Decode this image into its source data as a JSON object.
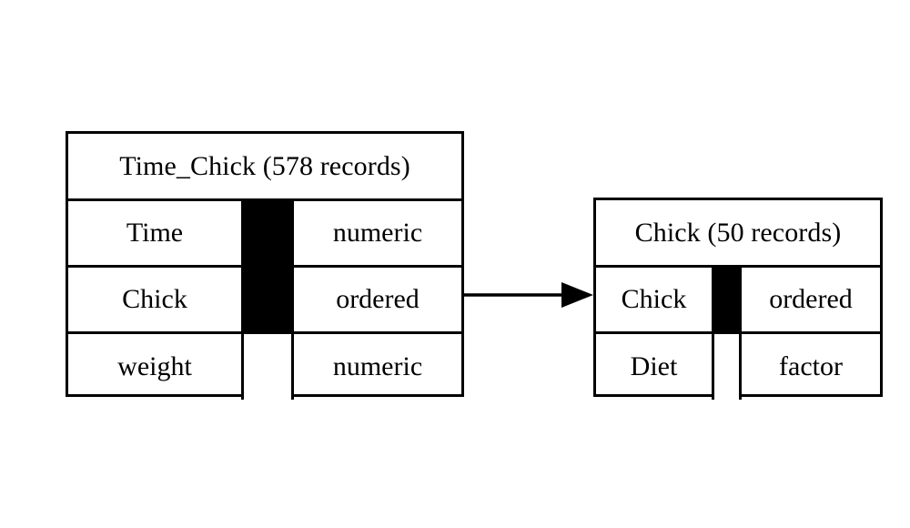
{
  "diagram": {
    "title_text": "",
    "background_color": "#ffffff",
    "line_color": "#000000",
    "key_marker_color": "#000000",
    "entities": [
      {
        "id": "time-chick",
        "header": "Time_Chick (578 records)",
        "name": "Time_Chick",
        "record_count": "578 records",
        "fields": [
          {
            "name": "Time",
            "type": "numeric",
            "is_key": true,
            "key_marker": "filled"
          },
          {
            "name": "Chick",
            "type": "ordered",
            "is_key": true,
            "key_marker": "filled"
          },
          {
            "name": "weight",
            "type": "numeric",
            "is_key": false,
            "key_marker": "empty"
          }
        ]
      },
      {
        "id": "chick",
        "header": "Chick (50 records)",
        "name": "Chick",
        "record_count": "50 records",
        "fields": [
          {
            "name": "Chick",
            "type": "ordered",
            "is_key": true,
            "key_marker": "filled"
          },
          {
            "name": "Diet",
            "type": "factor",
            "is_key": false,
            "key_marker": "empty"
          }
        ]
      }
    ],
    "relationships": [
      {
        "id": "chick-link",
        "from_entity": "Time_Chick",
        "from_field": "Chick",
        "to_entity": "Chick",
        "to_field": "Chick",
        "label": "",
        "arrow_style": "solid-filled-triangle",
        "direction": "left-to-right"
      }
    ]
  }
}
